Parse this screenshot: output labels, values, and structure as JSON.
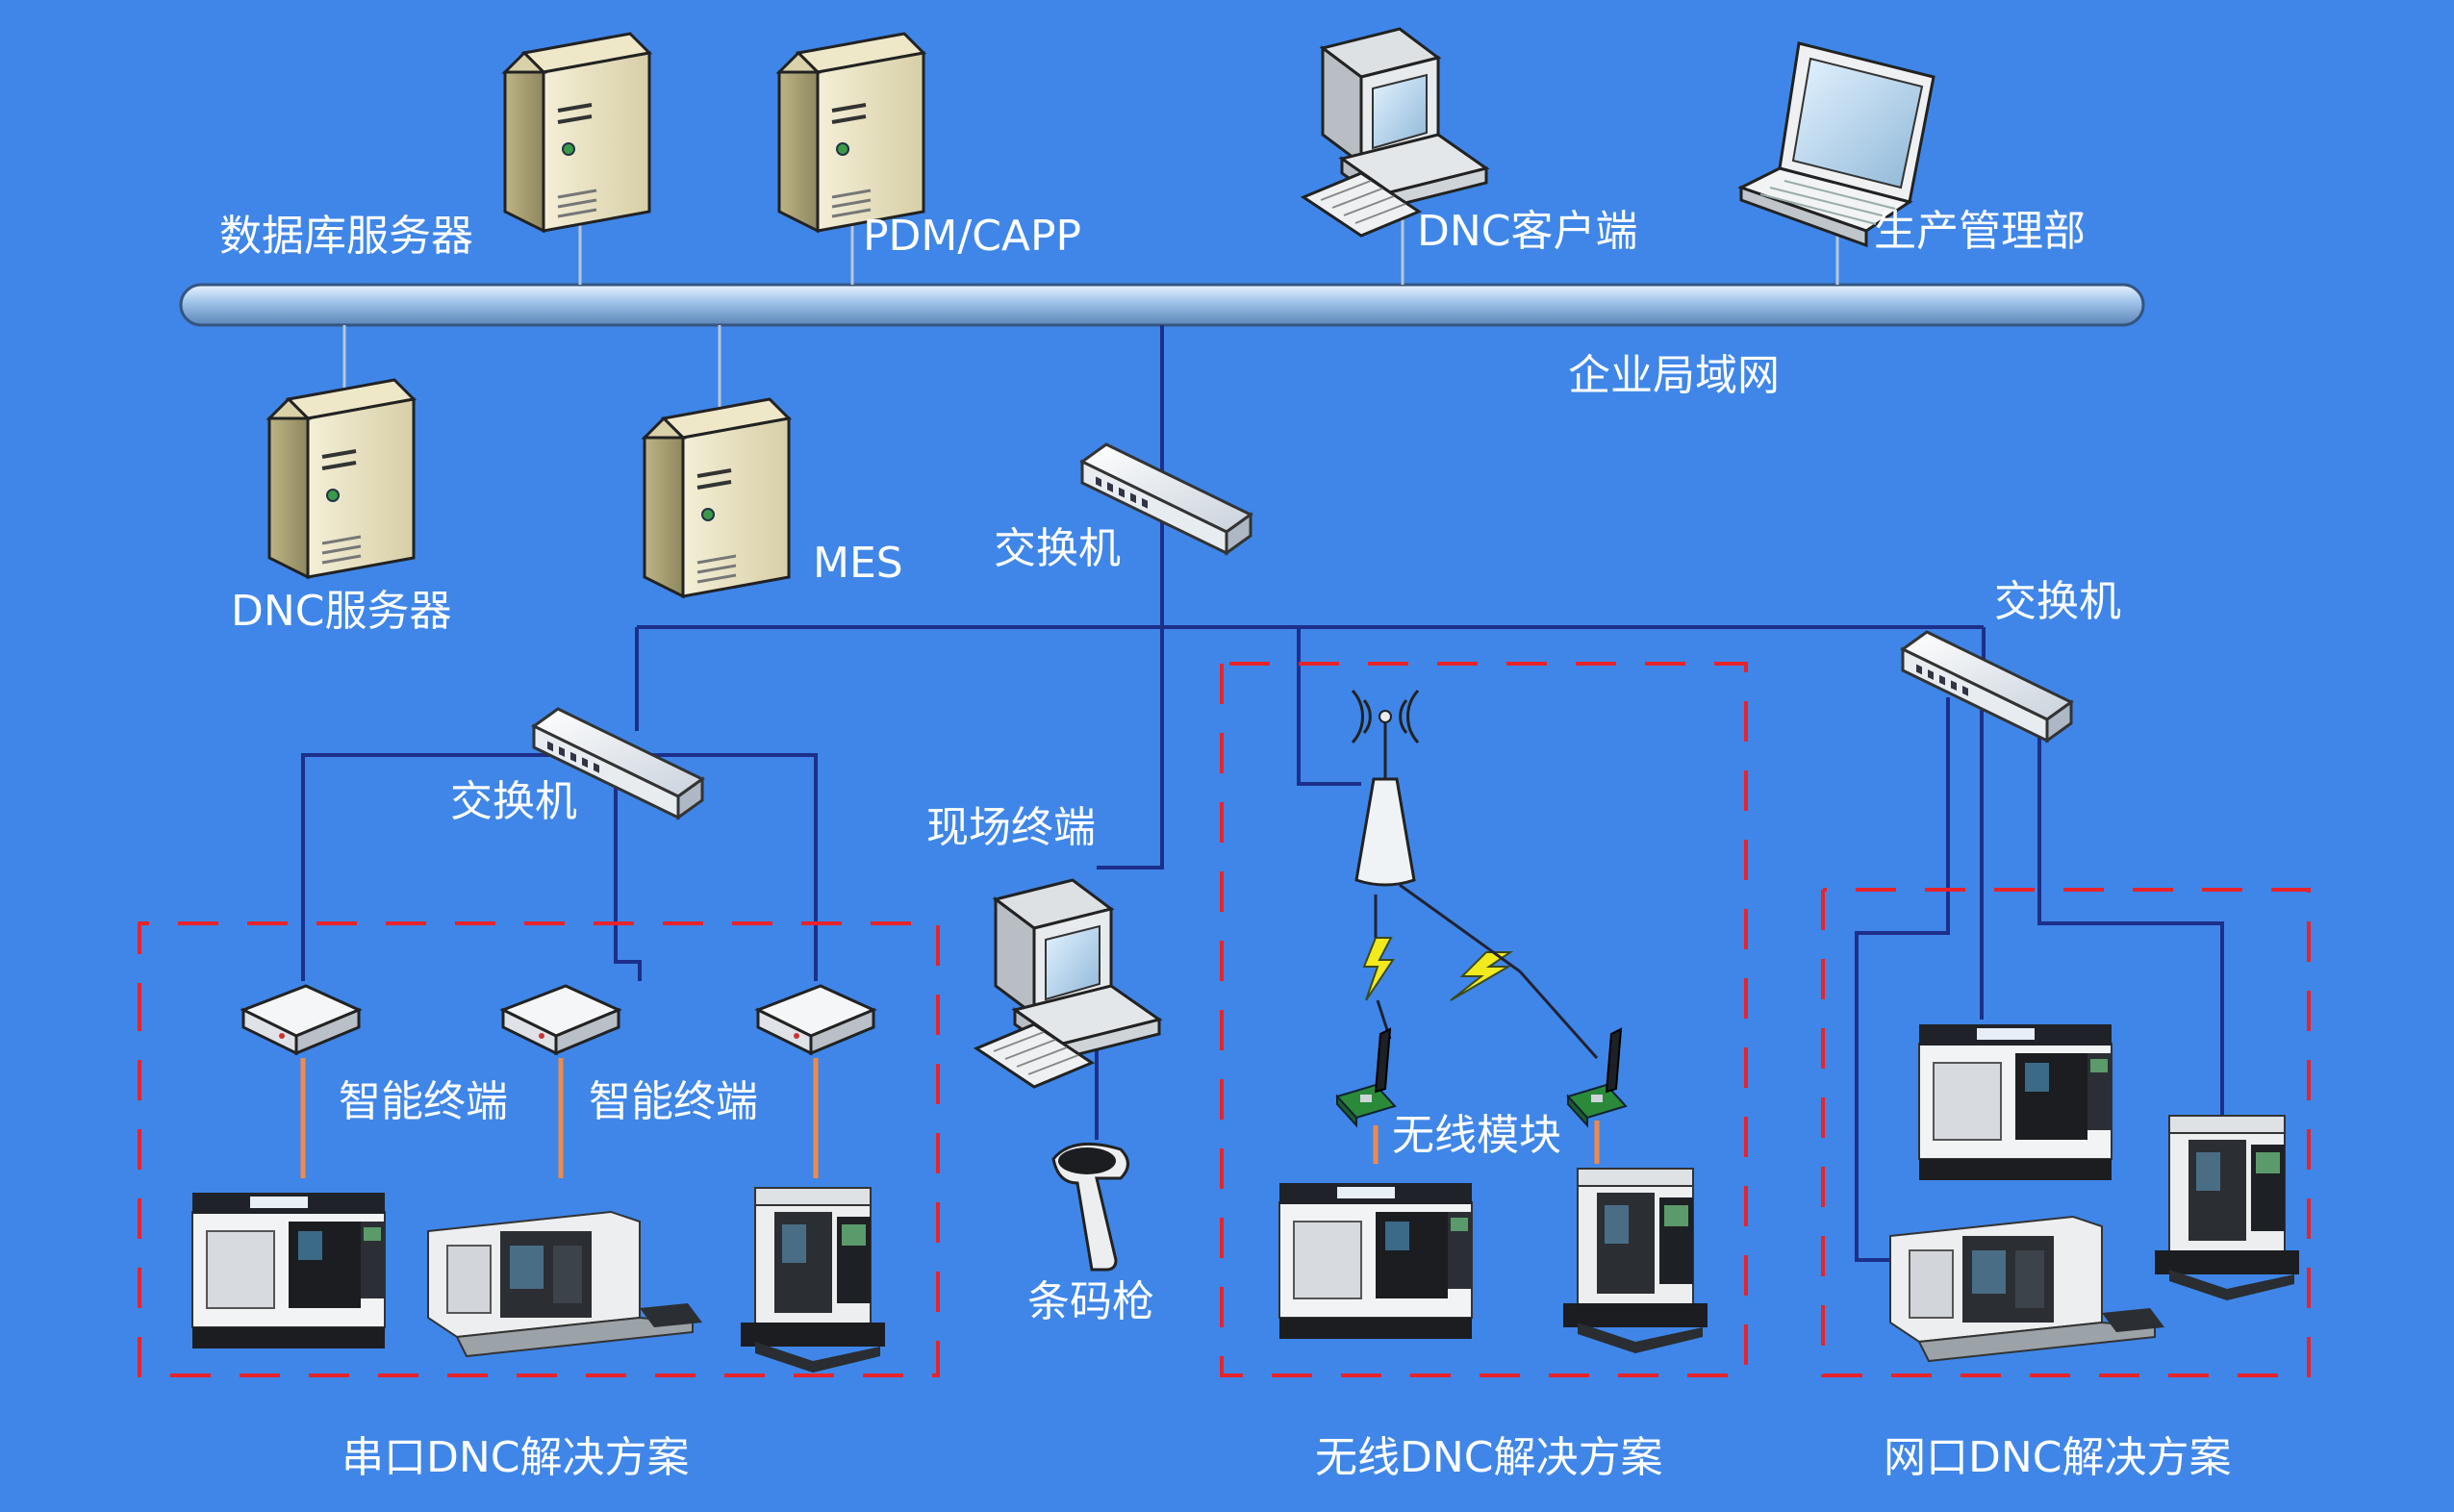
{
  "diagram": {
    "background": "#3f86e8",
    "wire_color": "#1c2f8a",
    "zone_border_color": "#e8232a",
    "labels": {
      "db_server": "数据库服务器",
      "pdm_capp": "PDM/CAPP",
      "dnc_client": "DNC客户端",
      "production_mgmt": "生产管理部",
      "enterprise_lan": "企业局域网",
      "dnc_server": "DNC服务器",
      "mes": "MES",
      "switch_center": "交换机",
      "switch_right": "交换机",
      "switch_left": "交换机",
      "field_terminal": "现场终端",
      "smart_terminal_1": "智能终端",
      "smart_terminal_2": "智能终端",
      "wireless_module": "无线模块",
      "barcode_gun": "条码枪",
      "serial_solution": "串口DNC解决方案",
      "wireless_solution": "无线DNC解决方案",
      "network_solution": "网口DNC解决方案"
    },
    "icons": {
      "server": "server-tower-icon",
      "desktop": "desktop-computer-icon",
      "laptop": "laptop-icon",
      "switch": "network-switch-icon",
      "terminal": "smart-terminal-box-icon",
      "antenna": "wireless-antenna-icon",
      "module": "wireless-module-icon",
      "scanner": "barcode-scanner-icon",
      "cnc": "cnc-machine-icon",
      "lathe": "cnc-lathe-icon"
    }
  }
}
